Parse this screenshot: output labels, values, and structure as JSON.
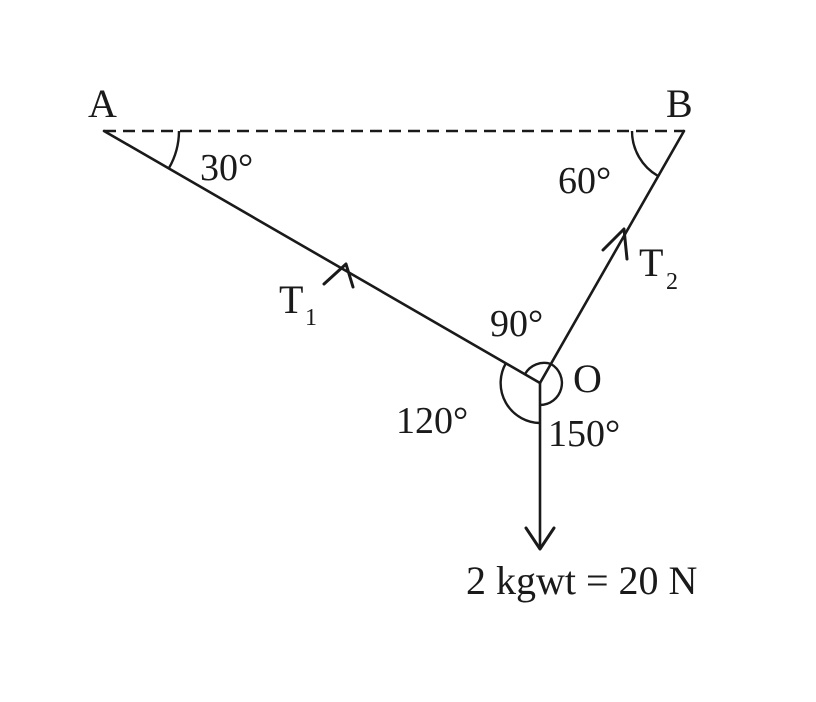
{
  "points": {
    "A": "A",
    "B": "B",
    "O": "O"
  },
  "angles": {
    "at_A": "30°",
    "at_B": "60°",
    "between_T1_T2": "90°",
    "between_T1_W": "120°",
    "between_T2_W": "150°"
  },
  "forces": {
    "T1_main": "T",
    "T1_sub": "1",
    "T2_main": "T",
    "T2_sub": "2",
    "weight": "2 kgwt = 20 N"
  },
  "colors": {
    "ink": "#1a1a1a",
    "background": "#ffffff"
  }
}
